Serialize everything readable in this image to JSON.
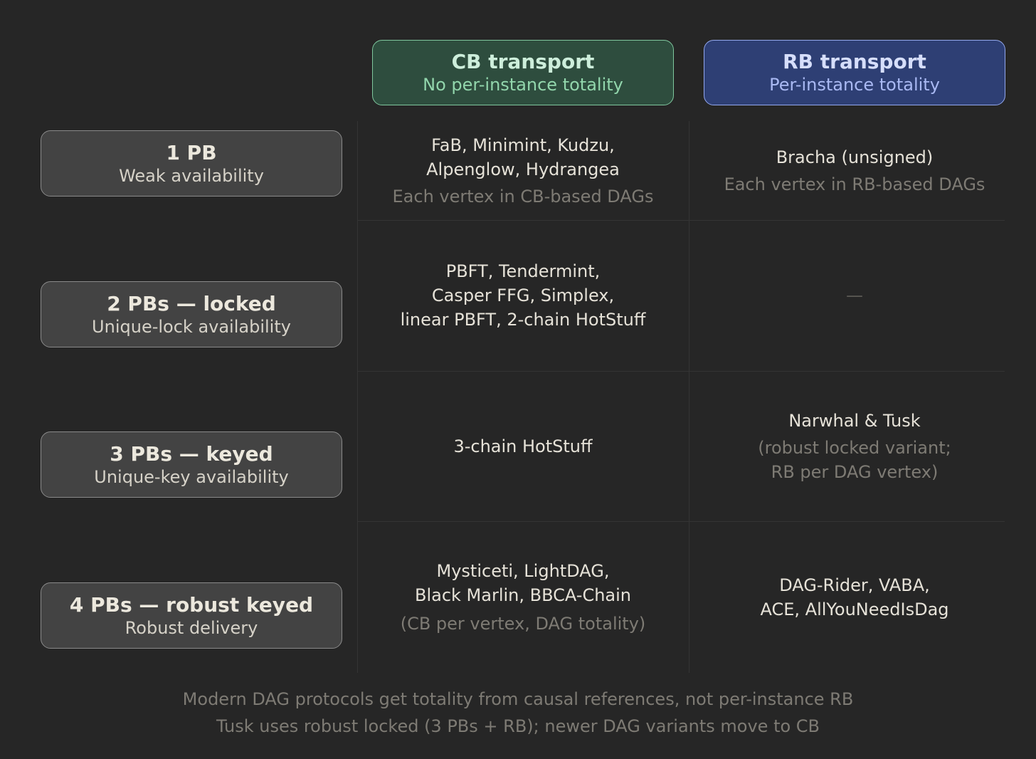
{
  "columns": [
    {
      "title": "CB transport",
      "subtitle": "No per-instance totality",
      "border_color": "#7fc79e",
      "fill_color": "#2e4d3e"
    },
    {
      "title": "RB transport",
      "subtitle": "Per-instance totality",
      "border_color": "#93a8ee",
      "fill_color": "#2e3f74"
    }
  ],
  "rows": [
    {
      "title": "1 PB",
      "subtitle": "Weak availability",
      "cb": {
        "main": "FaB, Minimint, Kudzu,\nAlpenglow, Hydrangea",
        "note": "Each vertex in CB-based DAGs"
      },
      "rb": {
        "main": "Bracha (unsigned)",
        "note": "Each vertex in RB-based DAGs"
      }
    },
    {
      "title": "2 PBs — locked",
      "subtitle": "Unique-lock availability",
      "cb": {
        "main": "PBFT, Tendermint,\nCasper FFG, Simplex,\nlinear PBFT, 2-chain HotStuff",
        "note": ""
      },
      "rb": {
        "main": "—",
        "note": ""
      }
    },
    {
      "title": "3 PBs — keyed",
      "subtitle": "Unique-key availability",
      "cb": {
        "main": "3-chain HotStuff",
        "note": ""
      },
      "rb": {
        "main": "Narwhal & Tusk",
        "note": "(robust locked variant;\nRB per DAG vertex)"
      }
    },
    {
      "title": "4 PBs — robust keyed",
      "subtitle": "Robust delivery",
      "cb": {
        "main": "Mysticeti, LightDAG,\nBlack Marlin, BBCA-Chain",
        "note": "(CB per vertex, DAG totality)"
      },
      "rb": {
        "main": "DAG-Rider, VABA,\nACE, AllYouNeedIsDag",
        "note": ""
      }
    }
  ],
  "footer": [
    "Modern DAG protocols get totality from causal references, not per-instance RB",
    "Tusk uses robust locked (3 PBs + RB); newer DAG variants move to CB"
  ]
}
